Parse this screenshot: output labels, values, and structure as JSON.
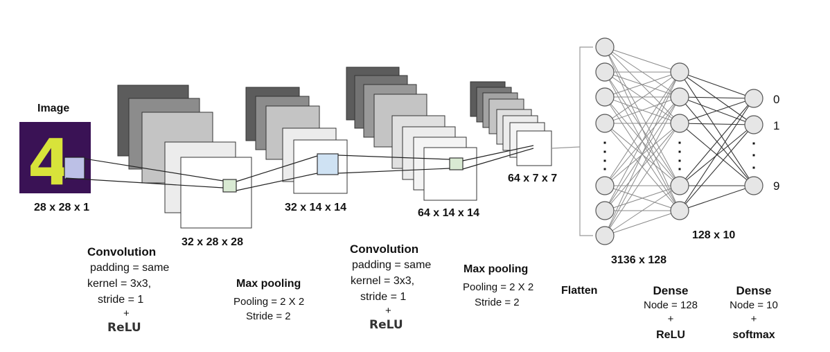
{
  "image": {
    "title": "Image",
    "digit": "4",
    "caption": "28 x 28 x 1"
  },
  "conv1": {
    "shape": "32 x 28 x 28",
    "title": "Convolution",
    "padding": "padding = same",
    "kernel": "kernel = 3x3,",
    "stride": "stride = 1",
    "plus": "+",
    "activation": "ReLU"
  },
  "pool1": {
    "shape": "32 x 14 x 14",
    "title": "Max pooling",
    "pooling": "Pooling = 2 X 2",
    "stride": "Stride = 2"
  },
  "conv2": {
    "shape": "64 x 14 x 14",
    "title": "Convolution",
    "padding": "padding = same",
    "kernel": "kernel = 3x3,",
    "stride": "stride = 1",
    "plus": "+",
    "activation": "ReLU"
  },
  "pool2": {
    "shape": "64 x 7 x 7",
    "title": "Max pooling",
    "pooling": "Pooling = 2 X 2",
    "stride": "Stride = 2"
  },
  "flatten": {
    "title": "Flatten"
  },
  "dense1": {
    "shape": "3136 x 128",
    "title": "Dense",
    "nodes": "Node = 128",
    "plus": "+",
    "activation": "ReLU"
  },
  "dense2": {
    "shape": "128 x 10",
    "title": "Dense",
    "nodes": "Node = 10",
    "plus": "+",
    "activation": "softmax",
    "output_labels": [
      "0",
      "1",
      "9"
    ]
  },
  "colors": {
    "image_bg": "#3a1255",
    "digit": "#d8e33a",
    "highlight_green": "#d9ead3",
    "highlight_blue": "#cfe2f3",
    "node_fill": "#e6e6e6",
    "node_stroke": "#555555"
  }
}
